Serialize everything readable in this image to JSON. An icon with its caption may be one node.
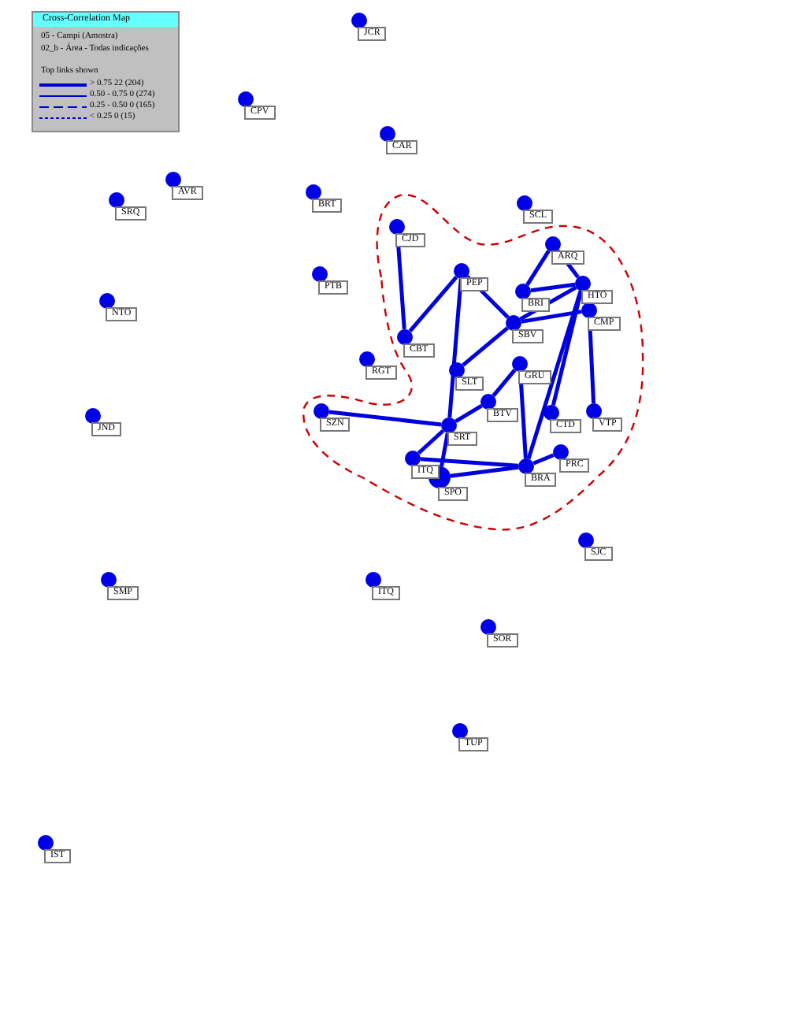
{
  "diagram": {
    "nodes": [
      {
        "text": [],
        "shape": "circle",
        "beside": [
          "JCR"
        ]
      },
      {
        "text": [],
        "shape": "circle",
        "beside": [
          "CPV"
        ]
      },
      {
        "text": [],
        "shape": "circle",
        "beside": [
          "CAR"
        ]
      },
      {
        "text": [],
        "shape": "circle",
        "beside": [
          "AVR"
        ]
      },
      {
        "text": [],
        "shape": "circle",
        "beside": [
          "BRT"
        ]
      },
      {
        "text": [],
        "shape": "circle",
        "beside": [
          "SRQ"
        ]
      },
      {
        "text": [],
        "shape": "circle",
        "beside": [
          "SCL"
        ]
      },
      {
        "text": [],
        "shape": "cloud"
      },
      {
        "text": [],
        "shape": "circle",
        "beside": [
          "CJD"
        ],
        "in": 7
      },
      {
        "text": [],
        "shape": "circle",
        "beside": [
          "ARQ"
        ],
        "in": 7
      },
      {
        "text": [],
        "shape": "circle",
        "beside": [
          "HTO"
        ],
        "in": 7
      },
      {
        "text": [],
        "shape": "circle",
        "beside": [
          "PEP"
        ],
        "in": 7
      },
      {
        "text": [],
        "shape": "circle",
        "beside": [
          "BRI"
        ],
        "in": 7
      },
      {
        "text": [],
        "shape": "circle",
        "beside": [
          "PTB"
        ]
      },
      {
        "text": [],
        "shape": "circle",
        "beside": [
          "CMP"
        ],
        "in": 7
      },
      {
        "text": [],
        "shape": "circle",
        "beside": [
          "SBV"
        ],
        "in": 7
      },
      {
        "text": [],
        "shape": "circle",
        "beside": [
          "NTO"
        ]
      },
      {
        "text": [],
        "shape": "circle",
        "beside": [
          "CBT"
        ],
        "in": 7
      },
      {
        "text": [],
        "shape": "circle",
        "beside": [
          "RGT"
        ]
      },
      {
        "text": [],
        "shape": "circle",
        "beside": [
          "SLT"
        ],
        "in": 7
      },
      {
        "text": [],
        "shape": "circle",
        "beside": [
          "GRU"
        ],
        "in": 7
      },
      {
        "text": [],
        "shape": "circle",
        "beside": [
          "JND"
        ]
      },
      {
        "text": [],
        "shape": "circle",
        "beside": [
          "SZN"
        ],
        "in": 7
      },
      {
        "text": [],
        "shape": "circle",
        "beside": [
          "BTV"
        ],
        "in": 7
      },
      {
        "text": [],
        "shape": "circle",
        "beside": [
          "CTD"
        ],
        "in": 7
      },
      {
        "text": [],
        "shape": "circle",
        "beside": [
          "VTP"
        ],
        "in": 7
      },
      {
        "text": [],
        "shape": "circle",
        "beside": [
          "SRT"
        ],
        "in": 7
      },
      {
        "text": [],
        "shape": "circle",
        "beside": [
          "PRC"
        ],
        "in": 7
      },
      {
        "text": [],
        "shape": "circle",
        "beside": [
          "ITQ"
        ],
        "in": 7
      },
      {
        "text": [],
        "shape": "circle",
        "beside": [
          "SPO"
        ],
        "in": 7
      },
      {
        "text": [],
        "shape": "circle",
        "beside": [
          "BRA"
        ],
        "in": 7
      },
      {
        "text": [],
        "shape": "circle",
        "beside": [
          "SJC"
        ]
      },
      {
        "text": [],
        "shape": "circle",
        "beside": [
          "SMP"
        ]
      },
      {
        "text": [],
        "shape": "circle",
        "beside": [
          "ITQ"
        ]
      },
      {
        "text": [],
        "shape": "circle",
        "beside": [
          "SOR"
        ]
      },
      {
        "text": [],
        "shape": "circle",
        "beside": [
          "TUP"
        ]
      },
      {
        "text": [],
        "shape": "circle",
        "beside": [
          "IST"
        ]
      }
    ],
    "edges": [
      {
        "from": 8,
        "to": 17,
        "arrow": "none"
      },
      {
        "from": 17,
        "to": 11,
        "arrow": "none"
      },
      {
        "from": 11,
        "to": 15,
        "arrow": "none"
      },
      {
        "from": 11,
        "to": 26,
        "arrow": "none"
      },
      {
        "from": 9,
        "to": 12,
        "arrow": "none"
      },
      {
        "from": 9,
        "to": 10,
        "arrow": "none"
      },
      {
        "from": 12,
        "to": 10,
        "arrow": "none"
      },
      {
        "from": 10,
        "to": 15,
        "arrow": "none"
      },
      {
        "from": 14,
        "to": 15,
        "arrow": "none"
      },
      {
        "from": 15,
        "to": 19,
        "arrow": "none"
      },
      {
        "from": 10,
        "to": 30,
        "arrow": "none"
      },
      {
        "from": 10,
        "to": 24,
        "arrow": "none"
      },
      {
        "from": 14,
        "to": 25,
        "arrow": "none"
      },
      {
        "from": 22,
        "to": 26,
        "arrow": "none"
      },
      {
        "from": 26,
        "to": 28,
        "arrow": "none"
      },
      {
        "from": 26,
        "to": 29,
        "arrow": "none"
      },
      {
        "from": 28,
        "to": 30,
        "arrow": "none"
      },
      {
        "from": 29,
        "to": 30,
        "arrow": "none"
      },
      {
        "from": 20,
        "to": 23,
        "arrow": "none"
      },
      {
        "from": 23,
        "to": 26,
        "arrow": "none"
      },
      {
        "from": 30,
        "to": 27,
        "arrow": "none"
      },
      {
        "from": 20,
        "to": 30,
        "arrow": "none"
      }
    ],
    "labels": [
      "Cross-Correlation Map",
      "05 - Campi (Amostra)",
      "02_b - Área - Todas indicações",
      "Top links shown"
    ],
    "legend": [
      {
        "text": "> 0.75 22 (204)"
      },
      {
        "text": "0.50 - 0.75 0 (274)"
      },
      {
        "text": "0.25 - 0.50 0 (165)"
      },
      {
        "text": "< 0.25 0 (15)"
      }
    ]
  }
}
